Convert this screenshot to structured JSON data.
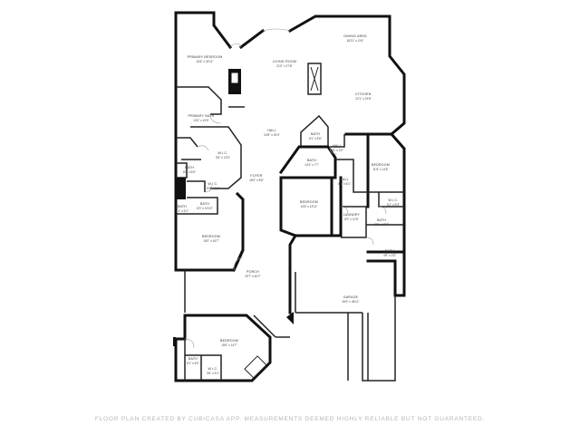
{
  "rooms": [
    {
      "name": "DINING AREA",
      "dims": "18'11\" x 11'6\""
    },
    {
      "name": "LIVING ROOM",
      "dims": "21'0\" x 27'8\""
    },
    {
      "name": "KITCHEN",
      "dims": "22'1\" x 19'6\""
    },
    {
      "name": "PRIMARY BEDROOM",
      "dims": "16'6\" x 24'11\""
    },
    {
      "name": "PRIMARY BATH",
      "dims": "13'4\" x 10'6\""
    },
    {
      "name": "HALL",
      "dims": "24'8\" x 15'4\""
    },
    {
      "name": "BATH",
      "dims": "8'1\" x 8'6\""
    },
    {
      "name": "HALL",
      "dims": "4'5\" x 3'0\""
    },
    {
      "name": "W.I.C.",
      "dims": "9'6\" x 13'3\""
    },
    {
      "name": "BATH",
      "dims": "14'4\" x 7'7\""
    },
    {
      "name": "BEDROOM",
      "dims": "11'8\" x 14'6\""
    },
    {
      "name": "BATH",
      "dims": "6'8\" x 6'5\""
    },
    {
      "name": "FOYER",
      "dims": "16'0\" x 8'6\""
    },
    {
      "name": "HALL",
      "dims": "4'1\" x 6'1\""
    },
    {
      "name": "W.I.C.",
      "dims": "5'2\" x 3'1\""
    },
    {
      "name": "BEDROOM",
      "dims": "14'6\" x 13'11\""
    },
    {
      "name": "W.I.C.",
      "dims": "5'1\" x 5'3\""
    },
    {
      "name": "BATH",
      "dims": "8'3\" x 10'10\""
    },
    {
      "name": "BATH",
      "dims": "8'8\" x 12'7\""
    },
    {
      "name": "BATH",
      "dims": "6'1\" x 5'1\""
    },
    {
      "name": "LAUNDRY",
      "dims": "8'0\" x 11'8\""
    },
    {
      "name": "BEDROOM",
      "dims": "15'0\" x 16'7\""
    },
    {
      "name": "BATH",
      "dims": "4'9\" x 3'5\""
    },
    {
      "name": "PORCH",
      "dims": "29'7\" x 40'7\""
    },
    {
      "name": "GARAGE",
      "dims": "26'6\" x 36'11\""
    },
    {
      "name": "BEDROOM",
      "dims": "15'6\" x 14'7\""
    },
    {
      "name": "BATH",
      "dims": "5'1\" x 6'0\""
    },
    {
      "name": "W.I.C.",
      "dims": "3'6\" x 5'1\""
    }
  ],
  "footer": "FLOOR PLAN CREATED BY CUBICASA APP. MEASUREMENTS DEEMED HIGHLY RELIABLE BUT NOT GUARANTEED."
}
